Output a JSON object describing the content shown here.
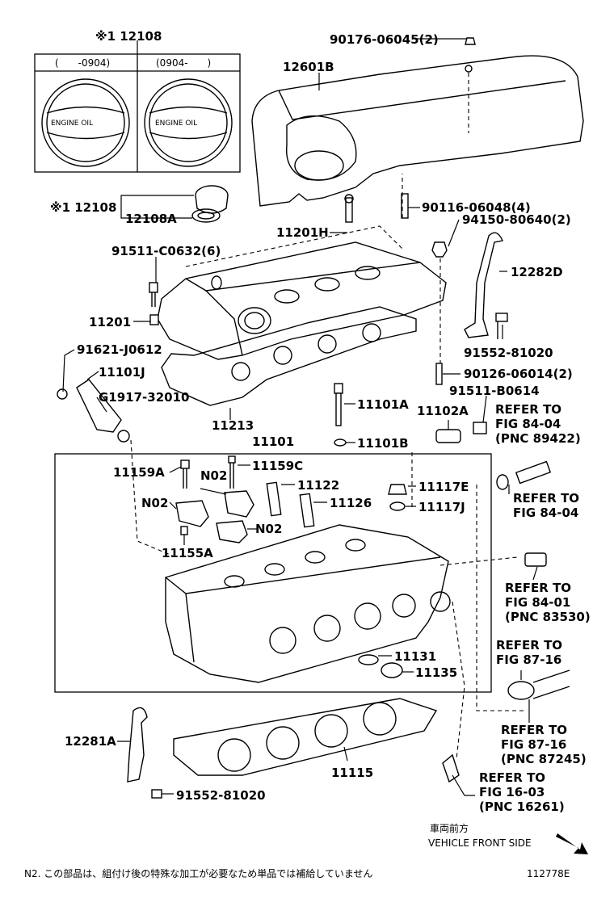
{
  "labels": {
    "p12108_top": "※1 12108",
    "inset_left": "(　　-0904)",
    "inset_right": "(0904-　　)",
    "cap_text": "ENGINE OIL",
    "cap_text_jp": "ENGINE OIL 　 ",
    "p90176": "90176-06045(2)",
    "p12601B": "12601B",
    "p12108_mid": "※1 12108",
    "p12108A": "12108A",
    "p90116": "90116-06048(4)",
    "p11201H": "11201H",
    "p94150": "94150-80640(2)",
    "p91511_c": "91511-C0632(6)",
    "p12282D": "12282D",
    "p11201": "11201",
    "p91552_top": "91552-81020",
    "p91621": "91621-J0612",
    "p11101J": "11101J",
    "pG1917": "G1917-32010",
    "p90126": "90126-06014(2)",
    "p91511_b": "91511-B0614",
    "p11101A": "11101A",
    "p11102A": "11102A",
    "refer1_l1": "REFER TO",
    "refer1_l2": "FIG 84-04",
    "refer1_l3": "(PNC 89422)",
    "p11213": "11213",
    "p11101": "11101",
    "p11101B": "11101B",
    "p11159A": "11159A",
    "p11159C": "11159C",
    "pN02_a": "N02",
    "p11122": "11122",
    "p11117E": "11117E",
    "pN02_b": "N02",
    "p11126": "11126",
    "p11117J": "11117J",
    "refer2_l1": "REFER TO",
    "refer2_l2": "FIG 84-04",
    "pN02_c": "N02",
    "p11155A": "11155A",
    "refer3_l1": "REFER TO",
    "refer3_l2": "FIG 84-01",
    "refer3_l3": "(PNC 83530)",
    "refer4_l1": "REFER TO",
    "refer4_l2": "FIG 87-16",
    "p11131": "11131",
    "p11135": "11135",
    "refer5_l1": "REFER TO",
    "refer5_l2": "FIG 87-16",
    "refer5_l3": "(PNC 87245)",
    "p12281A": "12281A",
    "p11115": "11115",
    "refer6_l1": "REFER TO",
    "refer6_l2": "FIG 16-03",
    "refer6_l3": "(PNC 16261)",
    "p91552_bot": "91552-81020",
    "vehicle_jp": "車両前方",
    "vehicle_en": "VEHICLE FRONT SIDE",
    "footnote": "N2. この部品は、組付け後の特殊な加工が必要なため単品では補給していません",
    "figure_code": "112778E"
  }
}
